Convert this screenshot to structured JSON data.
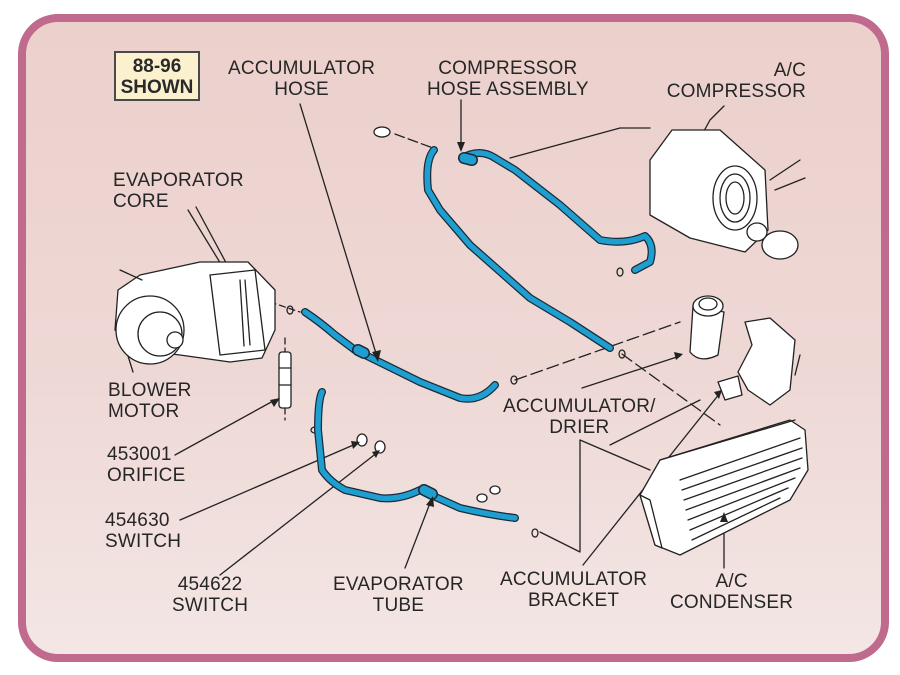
{
  "diagram": {
    "badge": {
      "line1": "88-96",
      "line2": "SHOWN"
    },
    "colors": {
      "frame": "#c06a8e",
      "background": "#eed4d0",
      "hose": "#1e9fd0",
      "badge": "#fbf1cf"
    },
    "labels": {
      "accumulator_hose": {
        "line1": "ACCUMULATOR",
        "line2": "HOSE"
      },
      "compressor_hose_assembly": {
        "line1": "COMPRESSOR",
        "line2": "HOSE ASSEMBLY"
      },
      "ac_compressor": {
        "line1": "A/C",
        "line2": "COMPRESSOR"
      },
      "evaporator_core": {
        "line1": "EVAPORATOR",
        "line2": "CORE"
      },
      "blower_motor": {
        "line1": "BLOWER",
        "line2": "MOTOR"
      },
      "orifice": {
        "line1": "453001",
        "line2": "ORIFICE"
      },
      "switch_454630": {
        "line1": "454630",
        "line2": "SWITCH"
      },
      "switch_454622": {
        "line1": "454622",
        "line2": "SWITCH"
      },
      "evaporator_tube": {
        "line1": "EVAPORATOR",
        "line2": "TUBE"
      },
      "accumulator_drier": {
        "line1": "ACCUMULATOR/",
        "line2": "DRIER"
      },
      "accumulator_bracket": {
        "line1": "ACCUMULATOR",
        "line2": "BRACKET"
      },
      "ac_condenser": {
        "line1": "A/C",
        "line2": "CONDENSER"
      }
    }
  }
}
